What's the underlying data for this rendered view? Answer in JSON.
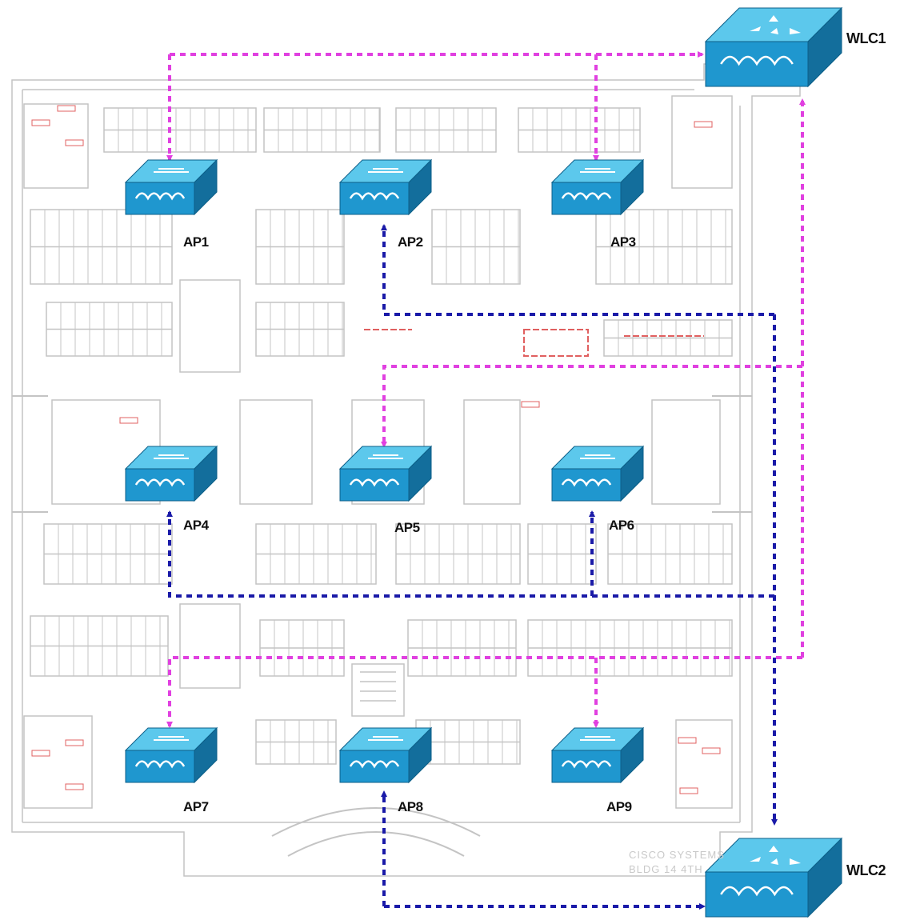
{
  "devices": {
    "wlc1": {
      "label": "WLC1",
      "icon": "wireless-lan-controller-icon"
    },
    "wlc2": {
      "label": "WLC2",
      "icon": "wireless-lan-controller-icon"
    },
    "access_points": [
      {
        "label": "AP1",
        "icon": "access-point-icon",
        "controller": "WLC1"
      },
      {
        "label": "AP2",
        "icon": "access-point-icon",
        "controller": "WLC2"
      },
      {
        "label": "AP3",
        "icon": "access-point-icon",
        "controller": "WLC1"
      },
      {
        "label": "AP4",
        "icon": "access-point-icon",
        "controller": "WLC2"
      },
      {
        "label": "AP5",
        "icon": "access-point-icon",
        "controller": "WLC1"
      },
      {
        "label": "AP6",
        "icon": "access-point-icon",
        "controller": "WLC2"
      },
      {
        "label": "AP7",
        "icon": "access-point-icon",
        "controller": "WLC1"
      },
      {
        "label": "AP8",
        "icon": "access-point-icon",
        "controller": "WLC2"
      },
      {
        "label": "AP9",
        "icon": "access-point-icon",
        "controller": "WLC1"
      }
    ]
  },
  "watermark": {
    "line1": "CISCO SYSTEMS",
    "line2": "BLDG 14 4TH"
  },
  "colors": {
    "wlc1_links": "#e040e0",
    "wlc2_links": "#1a1aa8",
    "device_top": "#5cc8ec",
    "device_front": "#1f97cf",
    "device_side": "#136e9c",
    "floorplan": "#c4c4c4",
    "room_marks": "#e06060"
  }
}
